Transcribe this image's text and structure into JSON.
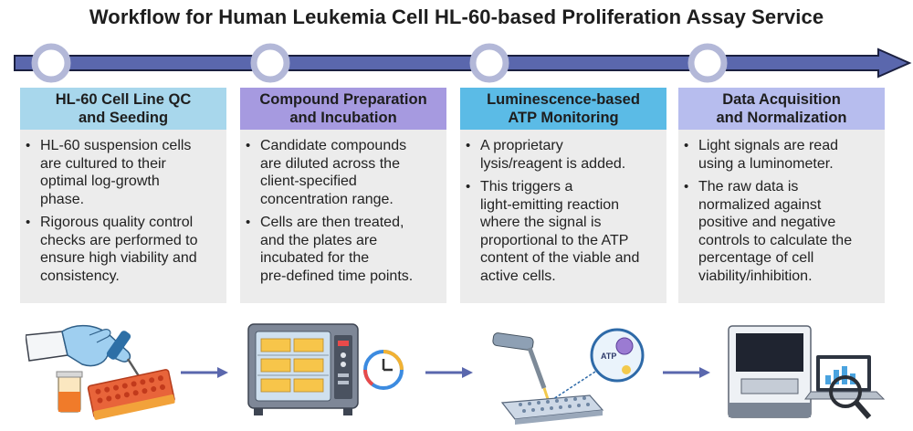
{
  "title": "Workflow for Human Leukemia Cell HL-60-based Proliferation Assay Service",
  "colors": {
    "timeline_fill": "#5a67ad",
    "timeline_dark": "#1b2040",
    "node_ring": "#b3b8d8",
    "step1": "#a8d7ec",
    "step2": "#a69ae0",
    "step3": "#5bbbe6",
    "step4": "#b7bdee",
    "body_bg": "#ececec",
    "arrow": "#5a67ad"
  },
  "steps": [
    {
      "heading": [
        "HL-60 Cell Line QC",
        "and Seeding"
      ],
      "bullets": [
        [
          "HL-60 suspension cells",
          "are cultured to their",
          "optimal log-growth",
          "phase."
        ],
        [
          "Rigorous quality control",
          "checks are performed to",
          "ensure high viability and",
          "consistency."
        ]
      ]
    },
    {
      "heading": [
        "Compound Preparation",
        "and Incubation"
      ],
      "bullets": [
        [
          "Candidate compounds",
          "are diluted across the",
          "client-specified",
          "concentration range."
        ],
        [
          "Cells are then treated,",
          "and the plates are",
          "incubated for the",
          "pre-defined time points."
        ]
      ]
    },
    {
      "heading": [
        "Luminescence-based",
        "ATP Monitoring"
      ],
      "bullets": [
        [
          "A proprietary",
          "lysis/reagent is added."
        ],
        [
          "This triggers a",
          "light-emitting reaction",
          "where the signal is",
          "proportional to the ATP",
          "content of the viable and",
          "active cells."
        ]
      ]
    },
    {
      "heading": [
        "Data Acquisition",
        "and Normalization"
      ],
      "bullets": [
        [
          "Light signals are read",
          "using a luminometer."
        ],
        [
          "The raw data is",
          "normalized against",
          "positive and negative",
          "controls to calculate the",
          "percentage of cell",
          "viability/inhibition."
        ]
      ]
    }
  ],
  "illustrations": [
    {
      "icon": "pipette-well-plate-icon"
    },
    {
      "icon": "incubator-clock-icon"
    },
    {
      "icon": "microplate-atp-cell-icon"
    },
    {
      "icon": "luminometer-computer-icon"
    }
  ],
  "atp_label": "ATP"
}
